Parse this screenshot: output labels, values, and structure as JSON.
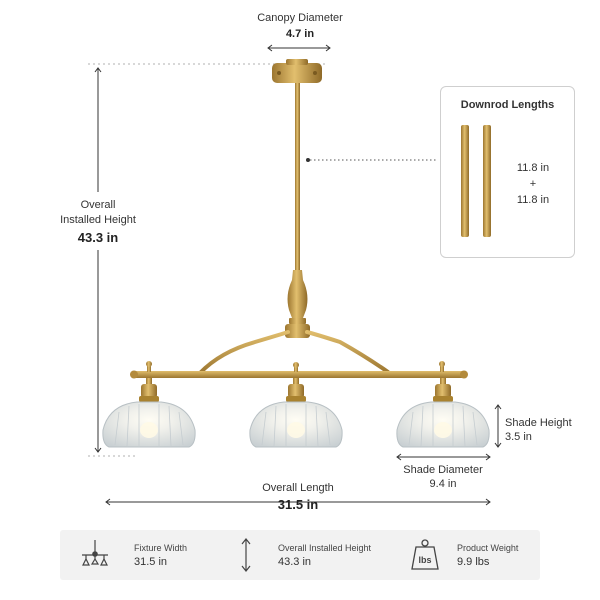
{
  "dimensions": {
    "canopy_diameter": {
      "label": "Canopy Diameter",
      "value": "4.7 in"
    },
    "overall_height": {
      "label_line1": "Overall",
      "label_line2": "Installed Height",
      "value": "43.3 in"
    },
    "downrod": {
      "title": "Downrod Lengths",
      "first": "11.8 in",
      "plus": "+",
      "second": "11.8 in"
    },
    "shade_height": {
      "label": "Shade Height",
      "value": "3.5 in"
    },
    "shade_diameter": {
      "label": "Shade Diameter",
      "value": "9.4 in"
    },
    "overall_length": {
      "label": "Overall Length",
      "value": "31.5 in"
    }
  },
  "specs": [
    {
      "icon": "fixture-width-icon",
      "label": "Fixture Width",
      "value": "31.5 in"
    },
    {
      "icon": "height-arrow-icon",
      "label": "Overall Installed Height",
      "value": "43.3 in"
    },
    {
      "icon": "weight-icon",
      "icon_text": "lbs",
      "label": "Product Weight",
      "value": "9.9 lbs"
    }
  ],
  "colors": {
    "brass": "#c9a04a",
    "brass_dark": "#9c7630",
    "glass": "#e6eaec",
    "line": "#333333",
    "panel": "#f2f2f2"
  }
}
